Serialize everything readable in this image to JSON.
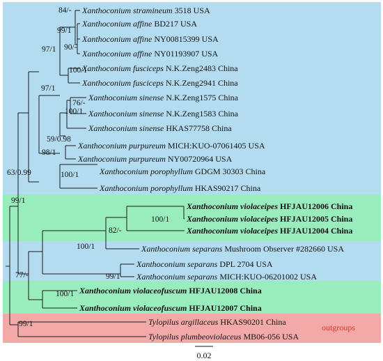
{
  "colors": {
    "blue_band": "#b3dcf1",
    "green_band": "#99ecbc",
    "red_band": "#f4a9a9",
    "line": "#1a1a1a",
    "outgroup_label": "#d9332b"
  },
  "taxa": [
    {
      "genus": "Xanthoconium stramineum",
      "rest": "3518 USA",
      "bold": false
    },
    {
      "genus": "Xanthoconium affine",
      "rest": "BD217 USA",
      "bold": false
    },
    {
      "genus": "Xanthoconium affine",
      "rest": "NY00815399 USA",
      "bold": false
    },
    {
      "genus": "Xanthoconium affine",
      "rest": "NY01193907 USA",
      "bold": false
    },
    {
      "genus": "Xanthoconium fusciceps",
      "rest": "N.K.Zeng2483 China",
      "bold": false
    },
    {
      "genus": "Xanthoconium fusciceps",
      "rest": "N.K.Zeng2941 China",
      "bold": false
    },
    {
      "genus": "Xanthoconium sinense",
      "rest": "N.K.Zeng1575 China",
      "bold": false
    },
    {
      "genus": "Xanthoconium sinense",
      "rest": "N.K.Zeng1583 China",
      "bold": false
    },
    {
      "genus": "Xanthoconium sinense",
      "rest": "HKAS77758 China",
      "bold": false
    },
    {
      "genus": "Xanthoconium purpureum",
      "rest": "MICH:KUO-07061405 USA",
      "bold": false
    },
    {
      "genus": "Xanthoconium purpureum",
      "rest": "NY00720964 USA",
      "bold": false
    },
    {
      "genus": "Xanthoconium porophyllum",
      "rest": "GDGM 30303 China",
      "bold": false
    },
    {
      "genus": "Xanthoconium porophyllum",
      "rest": "HKAS90217 China",
      "bold": false
    },
    {
      "genus": "Xanthoconium violaceipes",
      "rest": "HFJAU12006 China",
      "bold": true
    },
    {
      "genus": "Xanthoconium violaceipes",
      "rest": "HFJAU12005 China",
      "bold": true
    },
    {
      "genus": "Xanthoconium violaceipes",
      "rest": "HFJAU12004 China",
      "bold": true
    },
    {
      "genus": "Xanthoconium separans",
      "rest": "Mushroom Observer #282660 USA",
      "bold": false
    },
    {
      "genus": "Xanthoconium separans",
      "rest": "DPL 2704 USA",
      "bold": false
    },
    {
      "genus": "Xanthoconium separans",
      "rest": "MICH:KUO-06201002 USA",
      "bold": false
    },
    {
      "genus": "Xanthoconium violaceofuscum",
      "rest": "HFJAU12008 China",
      "bold": true
    },
    {
      "genus": "Xanthoconium violaceofuscum",
      "rest": "HFJAU12007 China",
      "bold": true
    },
    {
      "genus": "Tylopilus argillaceus",
      "rest": "HKAS90201 China",
      "bold": false
    },
    {
      "genus": "Tylopilus plumbeoviolaceus",
      "rest": "MB06-056 USA",
      "bold": false
    }
  ],
  "supports": [
    "84/-",
    "99/1",
    "90/-",
    "97/1",
    "100/1",
    "97/1",
    "76/-",
    "100/1",
    "59/0.98",
    "98/1",
    "100/1",
    "63/0.99",
    "99/1",
    "100/1",
    "82/-",
    "100/1",
    "99/1",
    "77/-",
    "100/1",
    "99/1"
  ],
  "outgroup_label": "outgroups",
  "scale_label": "0.02"
}
